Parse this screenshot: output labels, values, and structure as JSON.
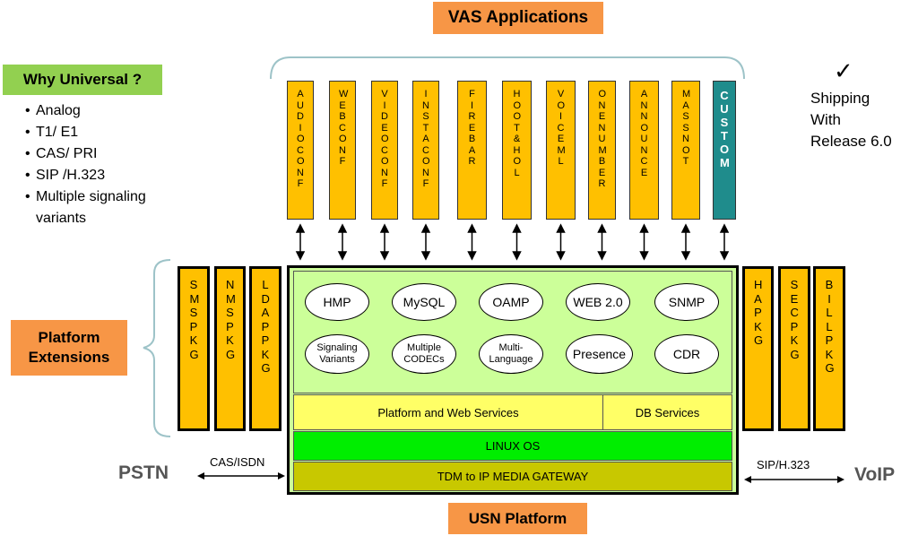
{
  "vas_title": "VAS Applications",
  "why": {
    "title": "Why Universal ?",
    "items": [
      "Analog",
      "T1/ E1",
      "CAS/ PRI",
      "SIP /H.323",
      "Multiple signaling variants"
    ]
  },
  "shipping": {
    "check": "✓",
    "line1": "Shipping",
    "line2": "With",
    "line3": "Release 6.0"
  },
  "apps": [
    {
      "label": "AUDIOCONF"
    },
    {
      "label": "WEBCONF"
    },
    {
      "label": "VIDEOCONF"
    },
    {
      "label": "INSTACONF"
    },
    {
      "label": "FIREBAR"
    },
    {
      "label": "HOOT&HOL"
    },
    {
      "label": "VOICEML"
    },
    {
      "label": "ONENUMBER"
    },
    {
      "label": "ANNOUNCE"
    },
    {
      "label": "MASSNOT"
    },
    {
      "label": "CUSTOM"
    }
  ],
  "platform_extensions": "Platform Extensions",
  "left_pkgs": [
    "SMS PKG",
    "NMS PKG",
    "LDAP PKG"
  ],
  "right_pkgs": [
    "HA PKG",
    "SEC PKG",
    "BILL PKG"
  ],
  "core_ovals_row1": [
    "HMP",
    "MySQL",
    "OAMP",
    "WEB 2.0",
    "SNMP"
  ],
  "core_ovals_row2": [
    "Signaling Variants",
    "Multiple CODECs",
    "Multi-Language",
    "Presence",
    "CDR"
  ],
  "services": {
    "platform_web": "Platform and Web Services",
    "db": "DB Services"
  },
  "linux_os": "LINUX OS",
  "gateway": "TDM to IP MEDIA GATEWAY",
  "pstn": "PSTN",
  "cas_isdn": "CAS/ISDN",
  "voip": "VoIP",
  "sip_h323": "SIP/H.323",
  "usn_platform": "USN Platform",
  "colors": {
    "orange": "#f79646",
    "yellow": "#ffc000",
    "light_green": "#ccff99",
    "green": "#00ee00",
    "olive": "#c8c800",
    "pale_yellow": "#ffff66",
    "teal": "#1f8c8c",
    "bracket": "#9dc3c8"
  }
}
